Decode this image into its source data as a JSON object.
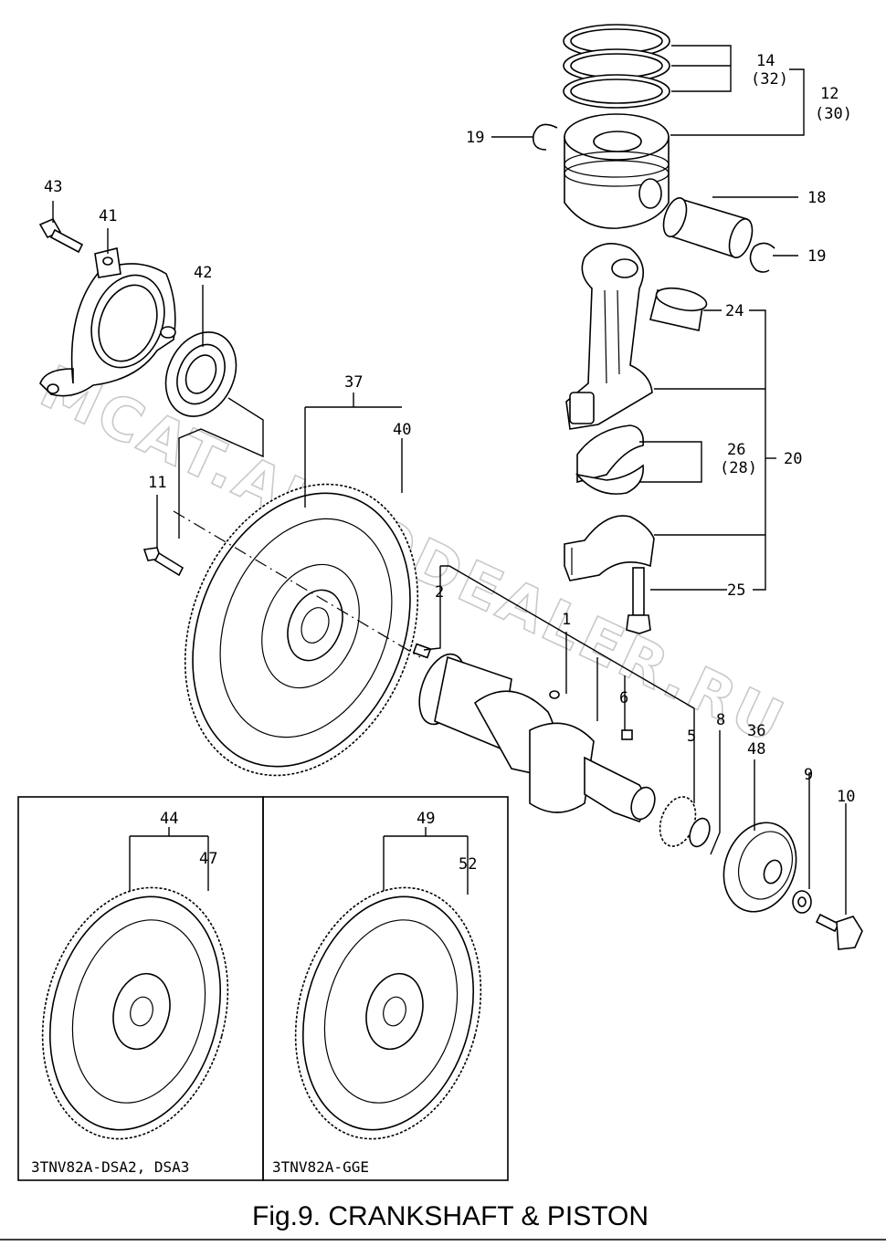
{
  "figure": {
    "title": "Fig.9.  CRANKSHAFT & PISTON",
    "watermark": "MCAT.AUTODEALER.RU"
  },
  "labels": {
    "l14": "14",
    "l32": "(32)",
    "l12": "12",
    "l30": "(30)",
    "l19a": "19",
    "l18": "18",
    "l19b": "19",
    "l43": "43",
    "l41": "41",
    "l42": "42",
    "l24": "24",
    "l37": "37",
    "l40": "40",
    "l26": "26",
    "l28": "(28)",
    "l20": "20",
    "l11": "11",
    "l25": "25",
    "l2": "2",
    "l1": "1",
    "l6": "6",
    "l5": "5",
    "l8": "8",
    "l36": "36",
    "l48": "48",
    "l9": "9",
    "l10": "10",
    "l44": "44",
    "l47": "47",
    "l49": "49",
    "l52": "52"
  },
  "variants": {
    "left": "3TNV82A-DSA2, DSA3",
    "right": "3TNV82A-GGE"
  }
}
